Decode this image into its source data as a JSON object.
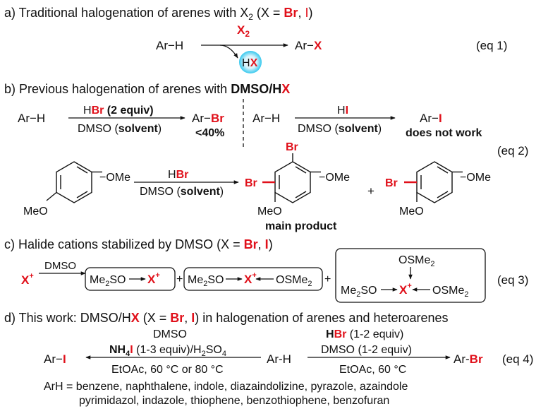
{
  "colors": {
    "text": "#111111",
    "accent": "#e0101a",
    "hx_circle": "#35c8ee"
  },
  "common": {
    "ar_h": "Ar−H",
    "ar": "Ar",
    "h": "H",
    "x_bold": "X"
  },
  "a": {
    "title_pre": "a) Traditional halogenation of arenes with X",
    "title_sub": "2",
    "title_mid1": " (X = ",
    "br": "Br",
    "sep": ", ",
    "i": "I",
    "title_end": ")",
    "reagent_x": "X",
    "reagent_sub": "2",
    "byproduct_h": "H",
    "byproduct_x": "X",
    "product_ar": "Ar−",
    "product_x": "X",
    "eq_label": "(eq 1)"
  },
  "b": {
    "title_pre": "b) Previous halogenation of arenes with ",
    "title_bold": "DMSO/H",
    "title_x": "X",
    "rxn1_reagent_h": "H",
    "rxn1_reagent_br": "Br",
    "rxn1_reagent_equiv": " (2 equiv)",
    "rxn1_cond_pre": "DMSO (",
    "rxn1_cond_bold": "solvent",
    "rxn1_cond_end": ")",
    "rxn1_prod_ar": "Ar−",
    "rxn1_prod_br": "Br",
    "rxn1_yield": "<40%",
    "rxn2_reagent_h": "H",
    "rxn2_reagent_i": "I",
    "rxn2_cond_pre": "DMSO (",
    "rxn2_cond_bold": "solvent",
    "rxn2_cond_end": ")",
    "rxn2_prod_ar": "Ar−",
    "rxn2_prod_i": "I",
    "rxn2_note": "does not work",
    "eq_label": "(eq 2)",
    "ome": "−OMe",
    "meo": "MeO",
    "rxn3_reagent_h": "H",
    "rxn3_reagent_br": "Br",
    "rxn3_cond_pre": "DMSO (",
    "rxn3_cond_bold": "solvent",
    "rxn3_cond_end": ")",
    "br_top": "Br",
    "br_left": "Br",
    "plus": "+",
    "main_product": "main product",
    "br_side": "Br"
  },
  "c": {
    "title_pre": "c) Halide cations stabilized by DMSO (X = ",
    "br": "Br",
    "sep": ", ",
    "i": "I",
    "title_end": ")",
    "x_plus": "X",
    "plus_sup": "+",
    "dmso": "DMSO",
    "me2so": "Me",
    "me2so_sub": "2",
    "me2so_end": "SO",
    "osme2": "OSMe",
    "osme2_sub": "2",
    "plus": "+",
    "eq_label": "(eq 3)"
  },
  "d": {
    "title_pre": "d) This work: DMSO/H",
    "title_x": "X",
    "title_mid": " (X = ",
    "br": "Br",
    "sep": ", ",
    "i": "I",
    "title_end": ") in halogenation of arenes and heteroarenes",
    "left_dmso": "DMSO",
    "left_nh4": "NH",
    "left_nh4_sub": "4",
    "left_i": "I",
    "left_equiv": " (1-3 equiv)/H",
    "left_h2_sub": "2",
    "left_so4": "SO",
    "left_so4_sub": "4",
    "left_cond": "EtOAc, 60 °C or 80 °C",
    "left_prod_ar": "Ar−",
    "left_prod_i": "I",
    "center": "Ar-H",
    "right_h": "H",
    "right_br": "Br",
    "right_equiv": " (1-2 equiv)",
    "right_dmso": "DMSO (1-2 equiv)",
    "right_cond": "EtOAc, 60 °C",
    "right_prod_ar": "Ar-",
    "right_prod_br": "Br",
    "eq_label": "(eq 4)",
    "arh_line1": "ArH = benzene, naphthalene, indole, diazaindolizine, pyrazole, azaindole",
    "arh_line2": "pyrimidazol, indazole, thiophene, benzothiophene, benzofuran"
  }
}
